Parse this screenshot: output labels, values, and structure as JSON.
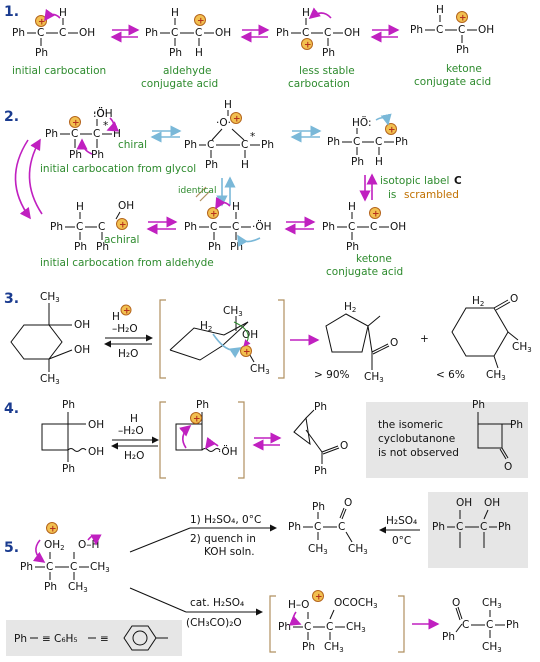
{
  "section_numbers": [
    "1.",
    "2.",
    "3.",
    "4.",
    "5."
  ],
  "sec1": {
    "labels": [
      "initial carbocation",
      "aldehyde",
      "conjugate acid",
      "less stable",
      "carbocation",
      "ketone",
      "conjugate acid"
    ]
  },
  "sec2": {
    "labels": {
      "chiral": "chiral",
      "achiral": "achiral",
      "identical": "identical",
      "from_glycol": "initial carbocation from glycol",
      "from_aldehyde": "initial carbocation from aldehyde",
      "isotopic": "isotopic label",
      "label_c": "C",
      "scrambled_is": "is",
      "scrambled": "scrambled",
      "ketone": "ketone",
      "conj_acid": "conjugate acid"
    }
  },
  "sec3": {
    "reagents": {
      "h": "H",
      "minus_h2o": "–H₂O",
      "h2o": "H₂O"
    },
    "yield_major": "> 90%",
    "yield_minor": "< 6%"
  },
  "sec4": {
    "reagents": {
      "h": "H",
      "minus_h2o": "–H₂O",
      "h2o": "H₂O"
    },
    "note": [
      "the isomeric",
      "cyclobutanone",
      "is not observed"
    ]
  },
  "sec5": {
    "cond_top_1": "1) H₂SO₄, 0°C",
    "cond_top_2": "2) quench in",
    "cond_top_3": "KOH soln.",
    "cond_bottom_1": "cat. H₂SO₄",
    "cond_bottom_2": "(CH₃CO)₂O",
    "cond_right_1": "H₂SO₄",
    "cond_right_2": "0°C"
  },
  "legend": {
    "ph": "Ph",
    "eq1": "≡",
    "c6h5": "C₆H₅",
    "eq2": "≡"
  },
  "colors": {
    "section_blue": "#1a3b8f",
    "label_green": "#2e8b2e",
    "arrow_magenta": "#c020c0",
    "arrow_cyan": "#7ab8d8",
    "charge_orange": "#f2c050",
    "scrambled_orange": "#c07000",
    "note_box": "#e6e6e6"
  }
}
